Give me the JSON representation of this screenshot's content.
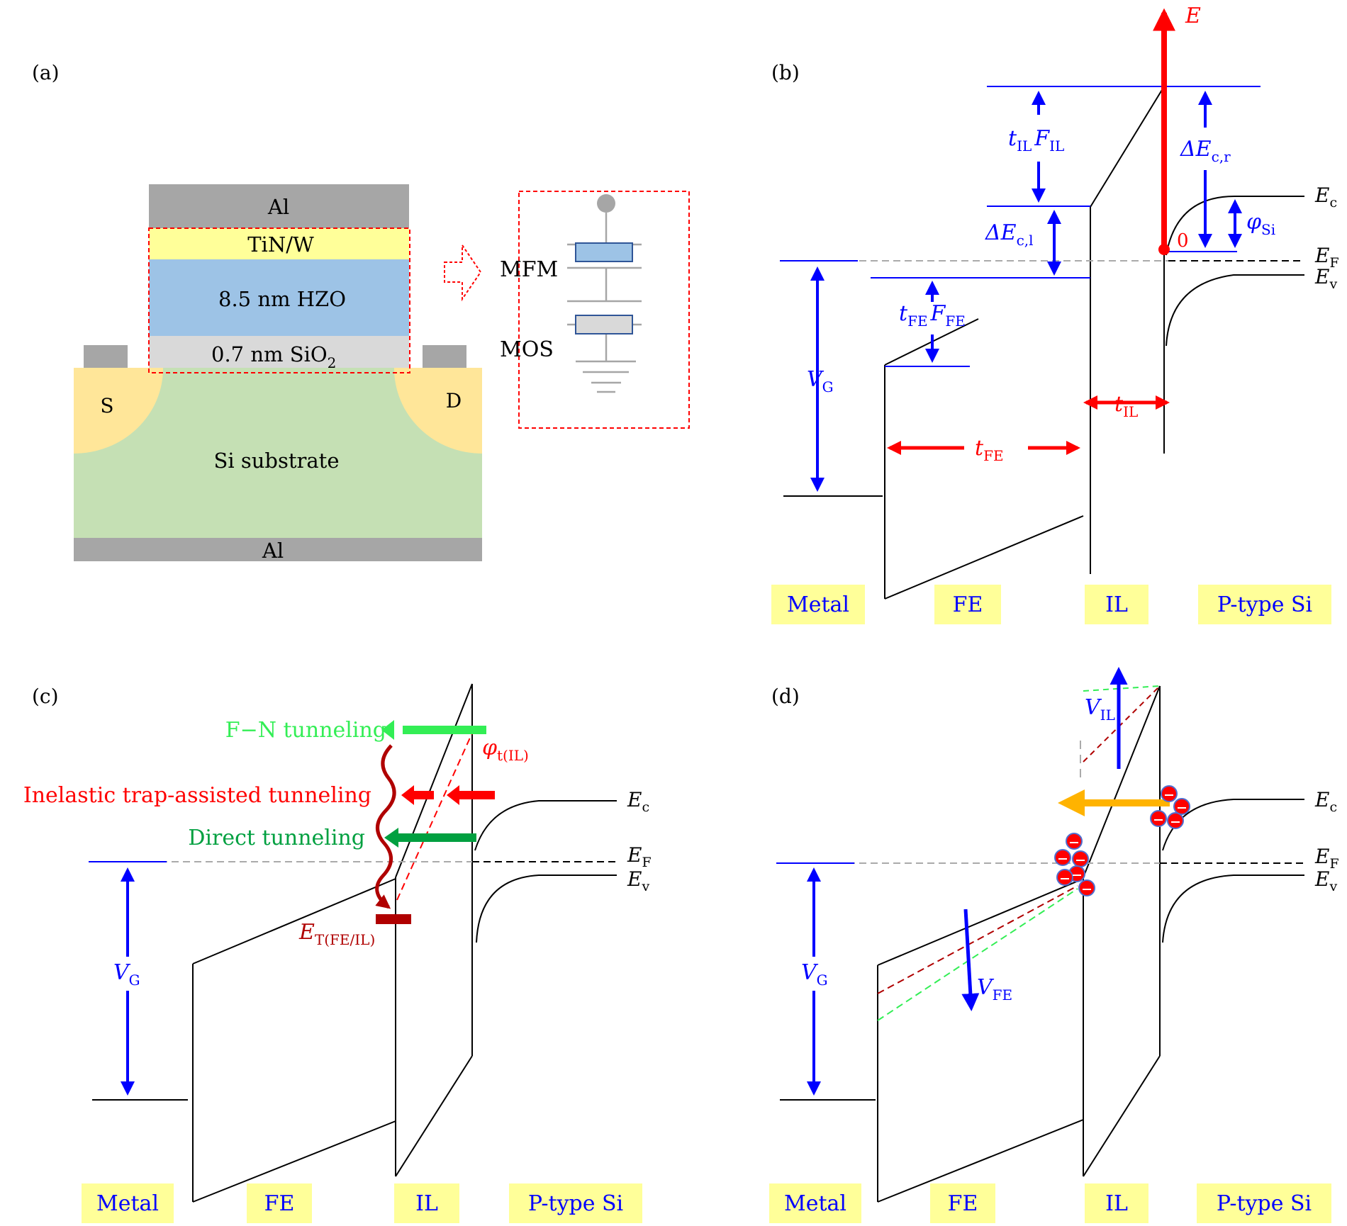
{
  "colors": {
    "blue": "#0000ff",
    "red": "#ff0000",
    "dark_red": "#b00000",
    "light_green": "#33ee55",
    "dark_green": "#00a040",
    "orange": "#ffb300",
    "label_bg": "#ffff99",
    "al_gray": "#a6a6a6",
    "tin_yellow": "#ffff99",
    "hzo_blue": "#9dc3e6",
    "sio2_gray": "#d9d9d9",
    "substrate_green": "#c5e0b4",
    "sd_orange": "#ffe699",
    "fermi_gray": "#aaaaaa"
  },
  "panel_a": {
    "label": "(a)",
    "top_al": "Al",
    "tin_w": "TiN/W",
    "hzo": "8.5 nm HZO",
    "sio2_prefix": "0.7 nm SiO",
    "sio2_sub": "2",
    "source": "S",
    "drain": "D",
    "substrate": "Si substrate",
    "bottom_al": "Al",
    "mfm": "MFM",
    "mos": "MOS"
  },
  "panel_b": {
    "label": "(b)",
    "e_main": "E",
    "e_sub": "",
    "origin": "0",
    "ec_main": "E",
    "ec_sub": "c",
    "ef_main": "E",
    "ef_sub": "F",
    "ev_main": "E",
    "ev_sub": "v",
    "til_fil": {
      "t": "t",
      "t_sub": "IL",
      "f": "F",
      "f_sub": "IL"
    },
    "tfe_ffe": {
      "t": "t",
      "t_sub": "FE",
      "f": "F",
      "f_sub": "FE"
    },
    "dec_l": {
      "main": "ΔE",
      "sub": "c,l"
    },
    "dec_r": {
      "main": "ΔE",
      "sub": "c,r"
    },
    "phi_si": {
      "main": "φ",
      "sub": "Si"
    },
    "vg": {
      "main": "V",
      "sub": "G"
    },
    "t_il": {
      "main": "t",
      "sub": "IL"
    },
    "t_fe": {
      "main": "t",
      "sub": "FE"
    },
    "regions": [
      "Metal",
      "FE",
      "IL",
      "P-type Si"
    ]
  },
  "panel_c": {
    "label": "(c)",
    "fn_tunneling": "F−N tunneling",
    "inelastic": "Inelastic trap-assisted tunneling",
    "direct": "Direct tunneling",
    "phi_t": {
      "main": "φ",
      "sub": "t(IL)"
    },
    "e_trap": {
      "main": "E",
      "sub": "T(FE/IL)"
    },
    "ec_main": "E",
    "ec_sub": "c",
    "ef_main": "E",
    "ef_sub": "F",
    "ev_main": "E",
    "ev_sub": "v",
    "vg": {
      "main": "V",
      "sub": "G"
    },
    "regions": [
      "Metal",
      "FE",
      "IL",
      "P-type Si"
    ]
  },
  "panel_d": {
    "label": "(d)",
    "v_il": {
      "main": "V",
      "sub": "IL"
    },
    "v_fe": {
      "main": "V",
      "sub": "FE"
    },
    "ec_main": "E",
    "ec_sub": "c",
    "ef_main": "E",
    "ef_sub": "F",
    "ev_main": "E",
    "ev_sub": "v",
    "vg": {
      "main": "V",
      "sub": "G"
    },
    "regions": [
      "Metal",
      "FE",
      "IL",
      "P-type Si"
    ]
  }
}
